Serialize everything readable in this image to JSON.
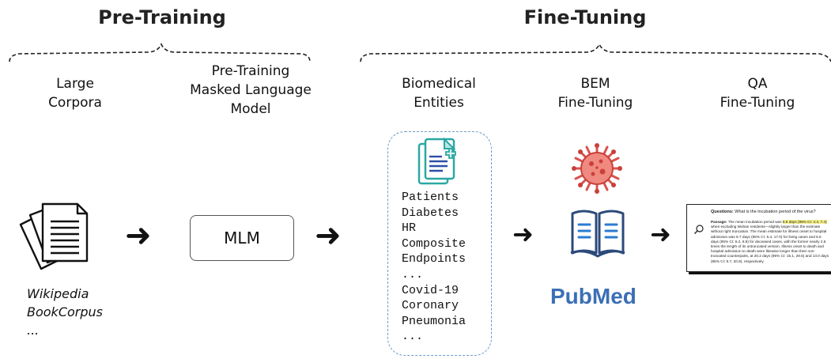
{
  "headers": {
    "pretraining": "Pre-Training",
    "finetuning": "Fine-Tuning"
  },
  "stages": {
    "large_corpora": "Large\nCorpora",
    "pretraining_mlm": "Pre-Training\nMasked Language\nModel",
    "biomedical_entities": "Biomedical\nEntities",
    "bem_finetuning": "BEM\nFine-Tuning",
    "qa_finetuning": "QA\nFine-Tuning"
  },
  "mlm_box_label": "MLM",
  "corpora_examples": [
    "Wikipedia",
    "BookCorpus",
    "..."
  ],
  "entity_list": [
    "Patients",
    "Diabetes",
    "HR",
    "Composite",
    "Endpoints",
    "...",
    "Covid-19",
    "Coronary",
    "Pneumonia",
    "..."
  ],
  "pubmed_logo": "PubMed",
  "qa_card": {
    "question_label": "Questions:",
    "question": "What is the incubation period of the virus?",
    "passage_label": "Passage:",
    "passage_before": "The mean incubation period was ",
    "passage_highlight": "5.6 days (95% CI: 4.4, 7.4)",
    "passage_after": " when excluding Wuhan residents—slightly larger than the estimate without right truncation. The mean estimate for illness onset to hospital admission was 9.7 days (95% CI: 5.4, 17.0) for living cases and 6.6 days (95% CI: 5.2, 8.8) for deceased cases, with the former nearly 2.5 times the length of its untruncated version. Illness onset to death and hospital admission to death were likewise longer than their non-truncated counterparts, at 20.2 days (95% CI: 15.1, 29.5) and 13.0 days (95% CI: 8.7, 20.9), respectively."
  },
  "icons": [
    "documents-icon",
    "clipboard-medical-icon",
    "virus-icon",
    "open-book-icon",
    "search-icon"
  ]
}
